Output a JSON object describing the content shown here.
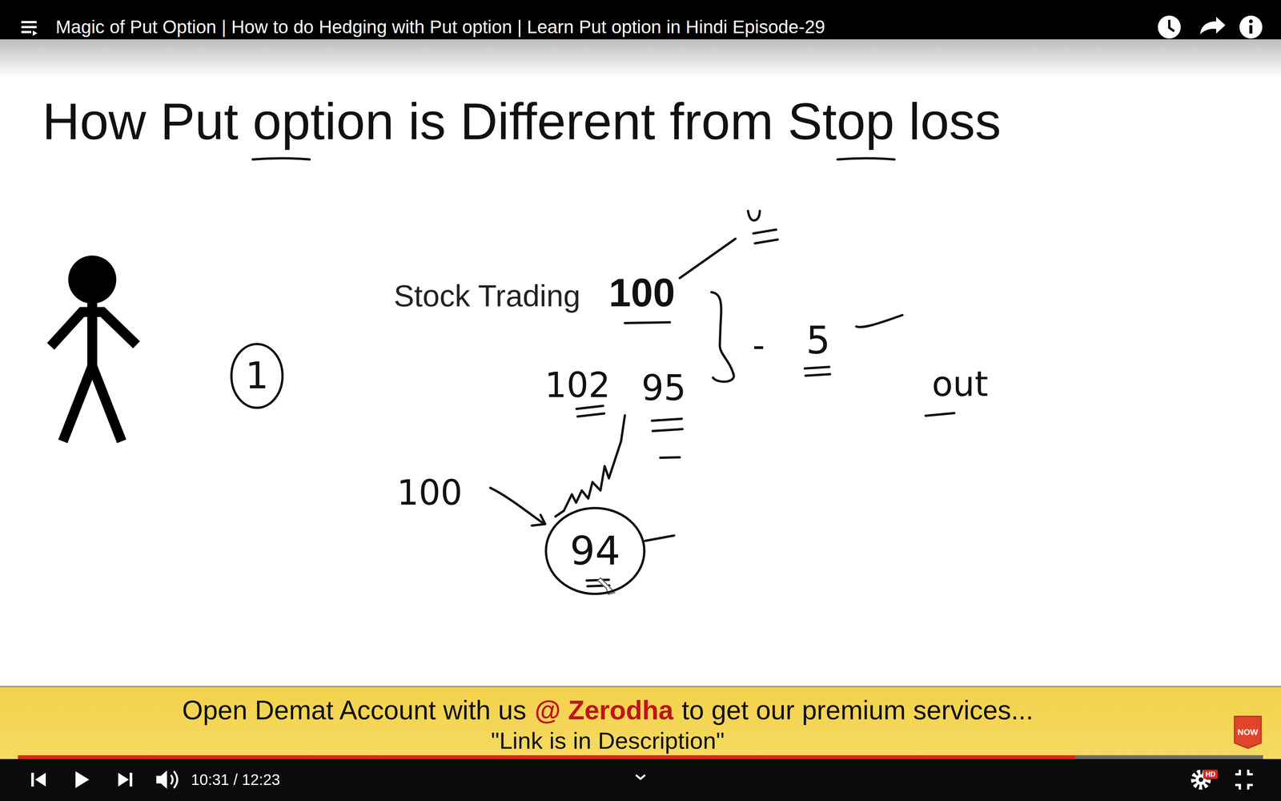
{
  "diagram": {
    "title": "How Put option is Different from Stop loss",
    "nodes": [
      {
        "text": [
          "1"
        ]
      },
      {
        "text": [
          "94"
        ]
      }
    ],
    "labels": [
      "Magic of Put Option | How to do Hedging with Put option | Learn Put option in Hindi Episode-29",
      "Stock Trading",
      "100",
      "102",
      "95",
      "-",
      "5",
      "out",
      "100",
      "Open Demat Account with us",
      "@ Zerodha",
      "to get our premium services...",
      "\"Link is in Description\"",
      "NOW",
      "10:31 / 12:23",
      "HD"
    ]
  }
}
